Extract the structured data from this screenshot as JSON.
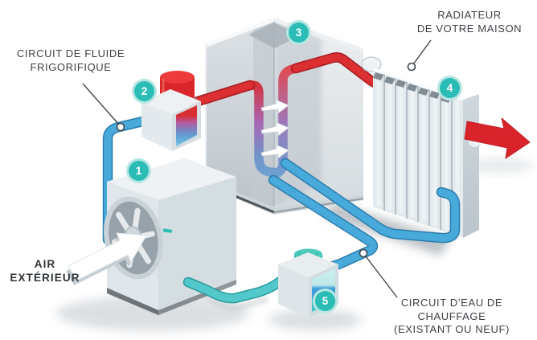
{
  "diagram": {
    "type": "heat-pump-system-illustration",
    "labels": {
      "refrigerant_circuit": [
        "CIRCUIT DE FLUIDE",
        "FRIGORIFIQUE"
      ],
      "radiator": [
        "RADIATEUR",
        "DE VOTRE MAISON"
      ],
      "outside_air": [
        "AIR",
        "EXTÉRIEUR"
      ],
      "water_circuit": [
        "CIRCUIT D’EAU DE",
        "CHAUFFAGE",
        "(EXISTANT OU NEUF)"
      ]
    },
    "steps": [
      {
        "badge": "1",
        "component": "outdoor-unit"
      },
      {
        "badge": "2",
        "component": "compressor"
      },
      {
        "badge": "3",
        "component": "heat-exchanger"
      },
      {
        "badge": "4",
        "component": "radiator"
      },
      {
        "badge": "5",
        "component": "circulation-pump"
      }
    ],
    "colors": {
      "badge_teal": "#2bbcb6",
      "pipe_cold_blue": "#48aadb",
      "pipe_water_teal": "#52c8ca",
      "pipe_hot_red": "#dc2f31",
      "arrow_out_red": "#d8232b",
      "label_text": "#3c4146"
    }
  }
}
